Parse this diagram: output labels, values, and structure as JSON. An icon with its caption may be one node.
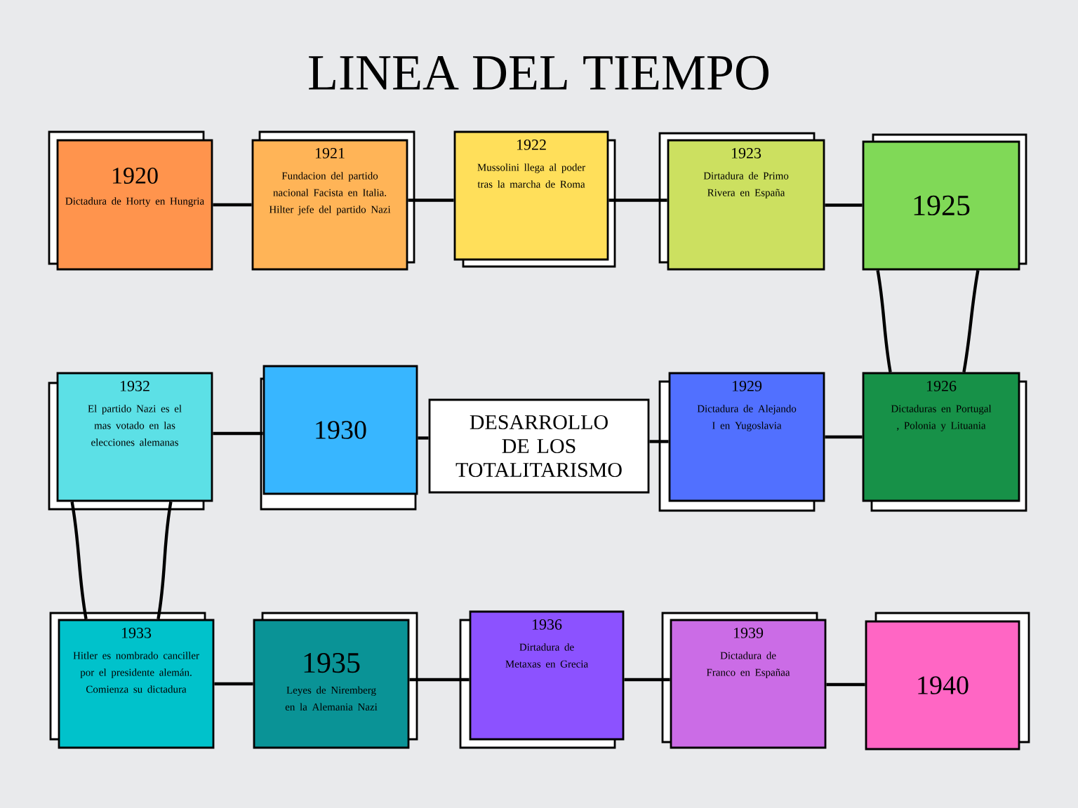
{
  "diagram": {
    "title": "LINEA DEL TIEMPO",
    "nodes": [
      {
        "text": [
          "1920",
          "Dictadura de Horty en Hungria"
        ]
      },
      {
        "text": [
          "1921",
          "Fundacion del partido nacional Facista en Italia. Hilter jefe del partido Nazi"
        ]
      },
      {
        "text": [
          "1922",
          "Mussolini llega al poder tras la marcha de Roma"
        ]
      },
      {
        "text": [
          "1923",
          "Dirtadura de Primo Rivera en España"
        ]
      },
      {
        "text": [
          "1925"
        ]
      },
      {
        "text": [
          "1932",
          "El partido Nazi es el mas votado en las elecciones alemanas"
        ]
      },
      {
        "text": [
          "1930"
        ]
      },
      {
        "text": [
          "DESARROLLO DE LOS TOTALITARISMO"
        ]
      },
      {
        "text": [
          "1929",
          "Dictadura de Alejando I en Yugoslavia"
        ]
      },
      {
        "text": [
          "1926",
          "Dictaduras en Portugal , Polonia y Lituania"
        ]
      },
      {
        "text": [
          "1933",
          "Hitler es nombrado canciller por el presidente alemán. Comienza su dictadura"
        ]
      },
      {
        "text": [
          "1935",
          "Leyes de Niremberg en la Alemania Nazi"
        ]
      },
      {
        "text": [
          "1936",
          "Dirtadura de Metaxas en Grecia"
        ]
      },
      {
        "text": [
          "1939",
          "Dictadura de Franco en Españaa"
        ]
      },
      {
        "text": [
          "1940"
        ]
      }
    ],
    "edges": [
      {
        "from": 0,
        "to": 1,
        "arrow": "none"
      },
      {
        "from": 1,
        "to": 2,
        "arrow": "none"
      },
      {
        "from": 2,
        "to": 3,
        "arrow": "none"
      },
      {
        "from": 3,
        "to": 4,
        "arrow": "none"
      },
      {
        "from": 4,
        "to": 9,
        "arrow": "none"
      },
      {
        "from": 4,
        "to": 9,
        "arrow": "none"
      },
      {
        "from": 9,
        "to": 8,
        "arrow": "none"
      },
      {
        "from": 8,
        "to": 7,
        "arrow": "none"
      },
      {
        "from": 7,
        "to": 6,
        "arrow": "none"
      },
      {
        "from": 6,
        "to": 5,
        "arrow": "none"
      },
      {
        "from": 5,
        "to": 10,
        "arrow": "none"
      },
      {
        "from": 5,
        "to": 10,
        "arrow": "none"
      },
      {
        "from": 10,
        "to": 11,
        "arrow": "none"
      },
      {
        "from": 11,
        "to": 12,
        "arrow": "none"
      },
      {
        "from": 12,
        "to": 13,
        "arrow": "none"
      },
      {
        "from": 13,
        "to": 14,
        "arrow": "none"
      }
    ]
  }
}
